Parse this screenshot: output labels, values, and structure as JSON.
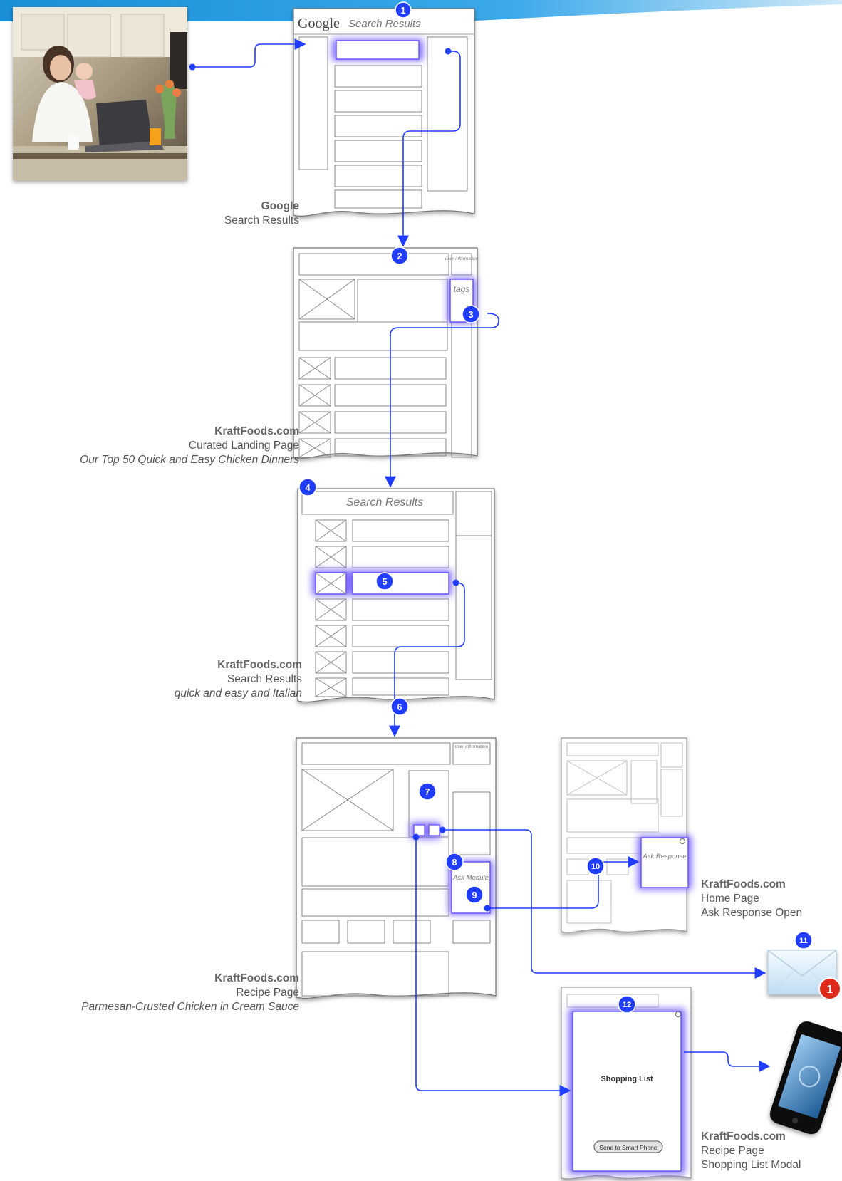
{
  "pages": {
    "google": {
      "logo": "Google",
      "header": "Search Results"
    },
    "landing": {
      "user_info": "user information",
      "tags": "tags"
    },
    "search": {
      "header": "Search Results"
    },
    "recipe": {
      "user_info": "user information",
      "ask_module": "Ask Module"
    },
    "home": {
      "ask_response": "Ask Response"
    },
    "modal": {
      "title": "Shopping List",
      "button": "Send to Smart Phone"
    }
  },
  "captions": [
    {
      "title": "Google",
      "subtitle": "Search Results",
      "italic": ""
    },
    {
      "title": "KraftFoods.com",
      "subtitle": "Curated Landing Page",
      "italic": "Our Top 50 Quick and Easy Chicken Dinners"
    },
    {
      "title": "KraftFoods.com",
      "subtitle": "Search Results",
      "italic": "quick and easy and Italian"
    },
    {
      "title": "KraftFoods.com",
      "subtitle": "Recipe Page",
      "italic": "Parmesan-Crusted Chicken in Cream Sauce"
    },
    {
      "title": "KraftFoods.com",
      "subtitle": "Home Page",
      "italic": "Ask Response Open"
    },
    {
      "title": "KraftFoods.com",
      "subtitle": "Recipe Page",
      "italic": "Shopping List Modal"
    }
  ],
  "steps": [
    "1",
    "2",
    "3",
    "4",
    "5",
    "6",
    "7",
    "8",
    "9",
    "10",
    "11",
    "12"
  ],
  "notification_count": "1",
  "icons": [
    "photo-woman-laptop",
    "envelope-icon",
    "smartphone-icon",
    "notification-badge-icon"
  ],
  "colors": {
    "flow": "#1f3cff",
    "glow": "#5d4bff",
    "wire": "#7a7a7a",
    "banner": "#1a8fd8"
  }
}
